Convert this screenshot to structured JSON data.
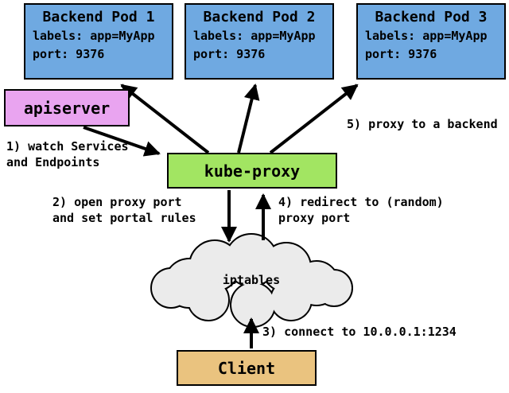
{
  "nodes": {
    "pods": [
      {
        "title": "Backend Pod 1",
        "labels": "labels: app=MyApp",
        "port": "port: 9376"
      },
      {
        "title": "Backend Pod 2",
        "labels": "labels: app=MyApp",
        "port": "port: 9376"
      },
      {
        "title": "Backend Pod 3",
        "labels": "labels: app=MyApp",
        "port": "port: 9376"
      }
    ],
    "apiserver": {
      "label": "apiserver"
    },
    "kube_proxy": {
      "label": "kube-proxy"
    },
    "iptables": {
      "label": "iptables"
    },
    "client": {
      "label": "Client"
    }
  },
  "annotations": {
    "step1_line1": "1) watch Services",
    "step1_line2": "and Endpoints",
    "step2_line1": "2) open proxy port",
    "step2_line2": "and set portal rules",
    "step3": "3) connect to 10.0.0.1:1234",
    "step4_line1": "4) redirect to (random)",
    "step4_line2": "proxy port",
    "step5": "5) proxy to a backend"
  },
  "colors": {
    "pod_fill": "#6fa9e1",
    "apiserver_fill": "#e9a4f0",
    "kube_proxy_fill": "#a2e562",
    "client_fill": "#eac37f",
    "cloud_fill": "#ebebeb",
    "stroke": "#000000"
  }
}
